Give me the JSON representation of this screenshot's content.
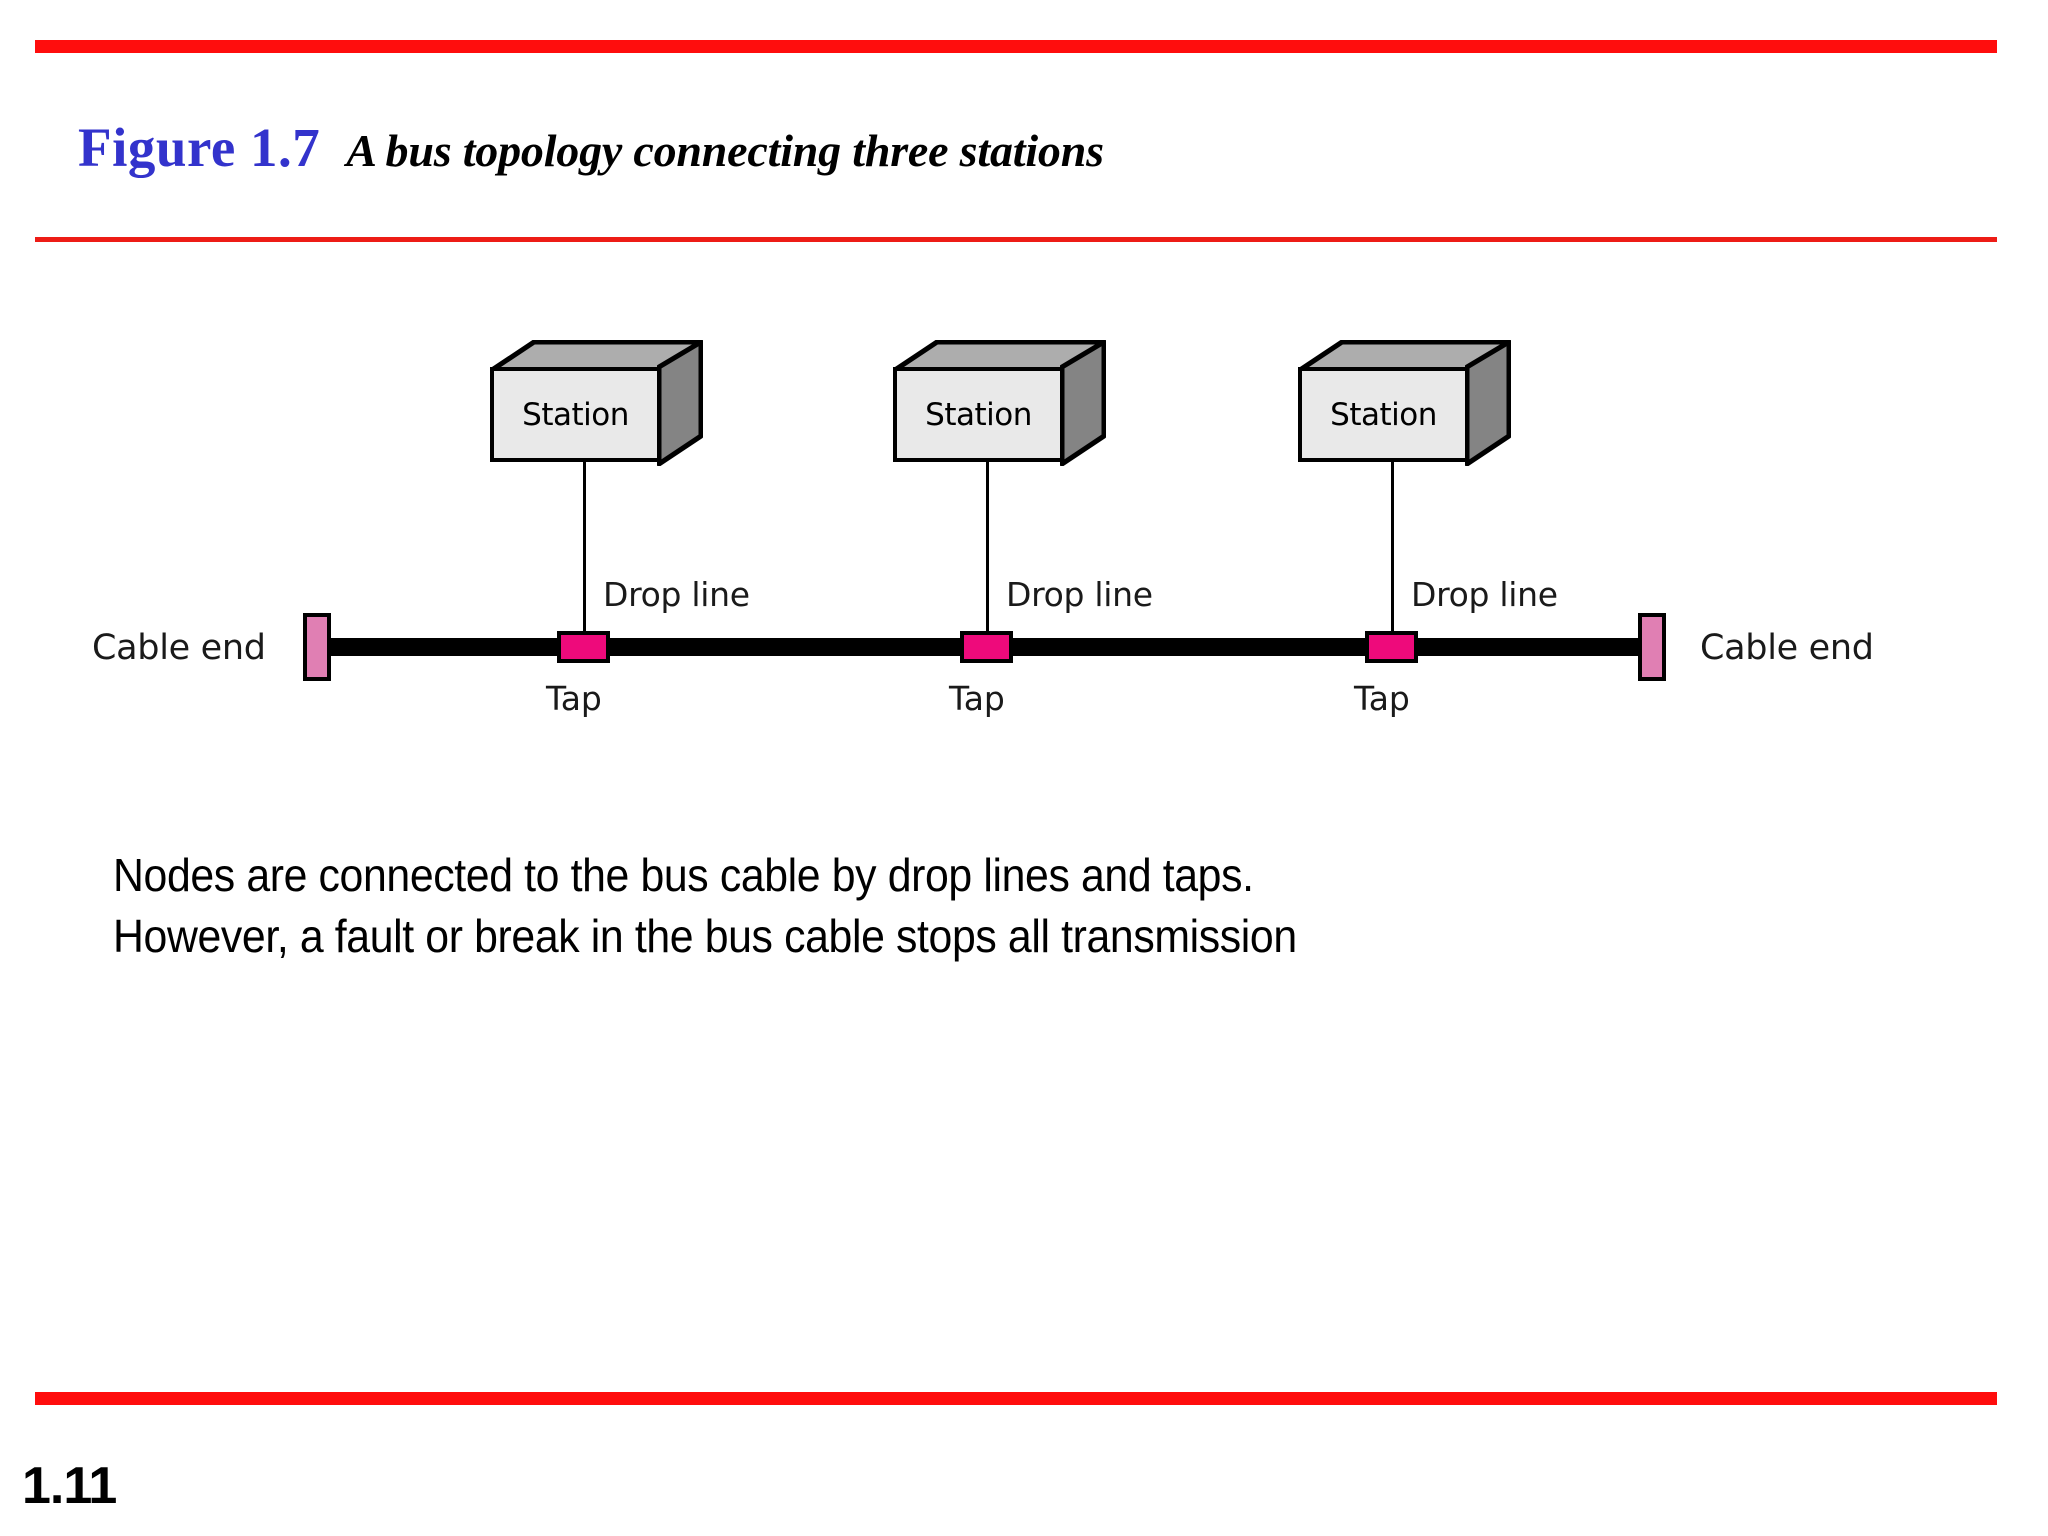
{
  "slide": {
    "page_number": "1.11",
    "accent_color_rule": "#FF0D0D",
    "accent_color_thin_rule": "#ED1C16"
  },
  "title": {
    "figure_label": "Figure 1.7",
    "figure_label_color": "#3333CC",
    "caption": "A bus topology connecting three stations",
    "caption_color": "#000000"
  },
  "diagram": {
    "type": "bus-topology",
    "cable_color": "#000000",
    "tap_color": "#EE0A7B",
    "cable_end_color": "#E07FB3",
    "station_face_color": "#E9E9E9",
    "cable_end_left_label": "Cable end",
    "cable_end_right_label": "Cable end",
    "stations": [
      {
        "label": "Station",
        "drop_line_label": "Drop line",
        "tap_label": "Tap"
      },
      {
        "label": "Station",
        "drop_line_label": "Drop line",
        "tap_label": "Tap"
      },
      {
        "label": "Station",
        "drop_line_label": "Drop line",
        "tap_label": "Tap"
      }
    ]
  },
  "body": {
    "line1": "Nodes are connected to the bus cable by drop lines and taps.",
    "line2": "However, a fault or break in the bus cable stops all transmission"
  }
}
